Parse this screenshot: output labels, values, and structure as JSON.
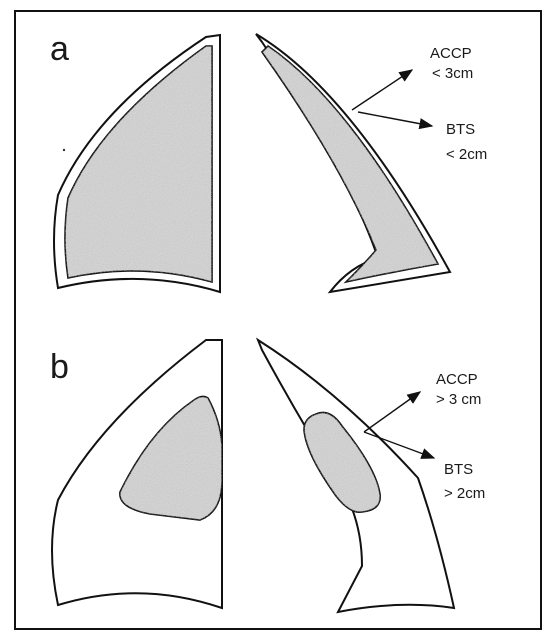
{
  "panels": [
    {
      "letter": "a",
      "annotations": [
        {
          "line1": "ACCP",
          "line2": "< 3cm"
        },
        {
          "line1": "BTS",
          "line2": "< 2cm"
        }
      ]
    },
    {
      "letter": "b",
      "annotations": [
        {
          "line1": "ACCP",
          "line2": "> 3 cm"
        },
        {
          "line1": "BTS",
          "line2": "> 2cm"
        }
      ]
    }
  ],
  "colors": {
    "border": "#111111",
    "stroke": "#111111",
    "lesion_fill": "#d4d4d4",
    "background": "#ffffff"
  }
}
